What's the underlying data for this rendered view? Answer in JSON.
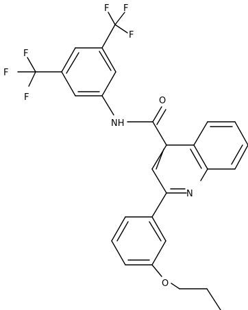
{
  "molecule": {
    "atoms": {
      "f1": "F",
      "f2": "F",
      "f3": "F",
      "f4": "F",
      "f5": "F",
      "f6": "F",
      "amide_n": "NH",
      "amide_o": "O",
      "ring_n": "N",
      "ether_o": "O"
    },
    "colors": {
      "bond": "#000000",
      "label": "#000000",
      "background": "#ffffff"
    }
  }
}
